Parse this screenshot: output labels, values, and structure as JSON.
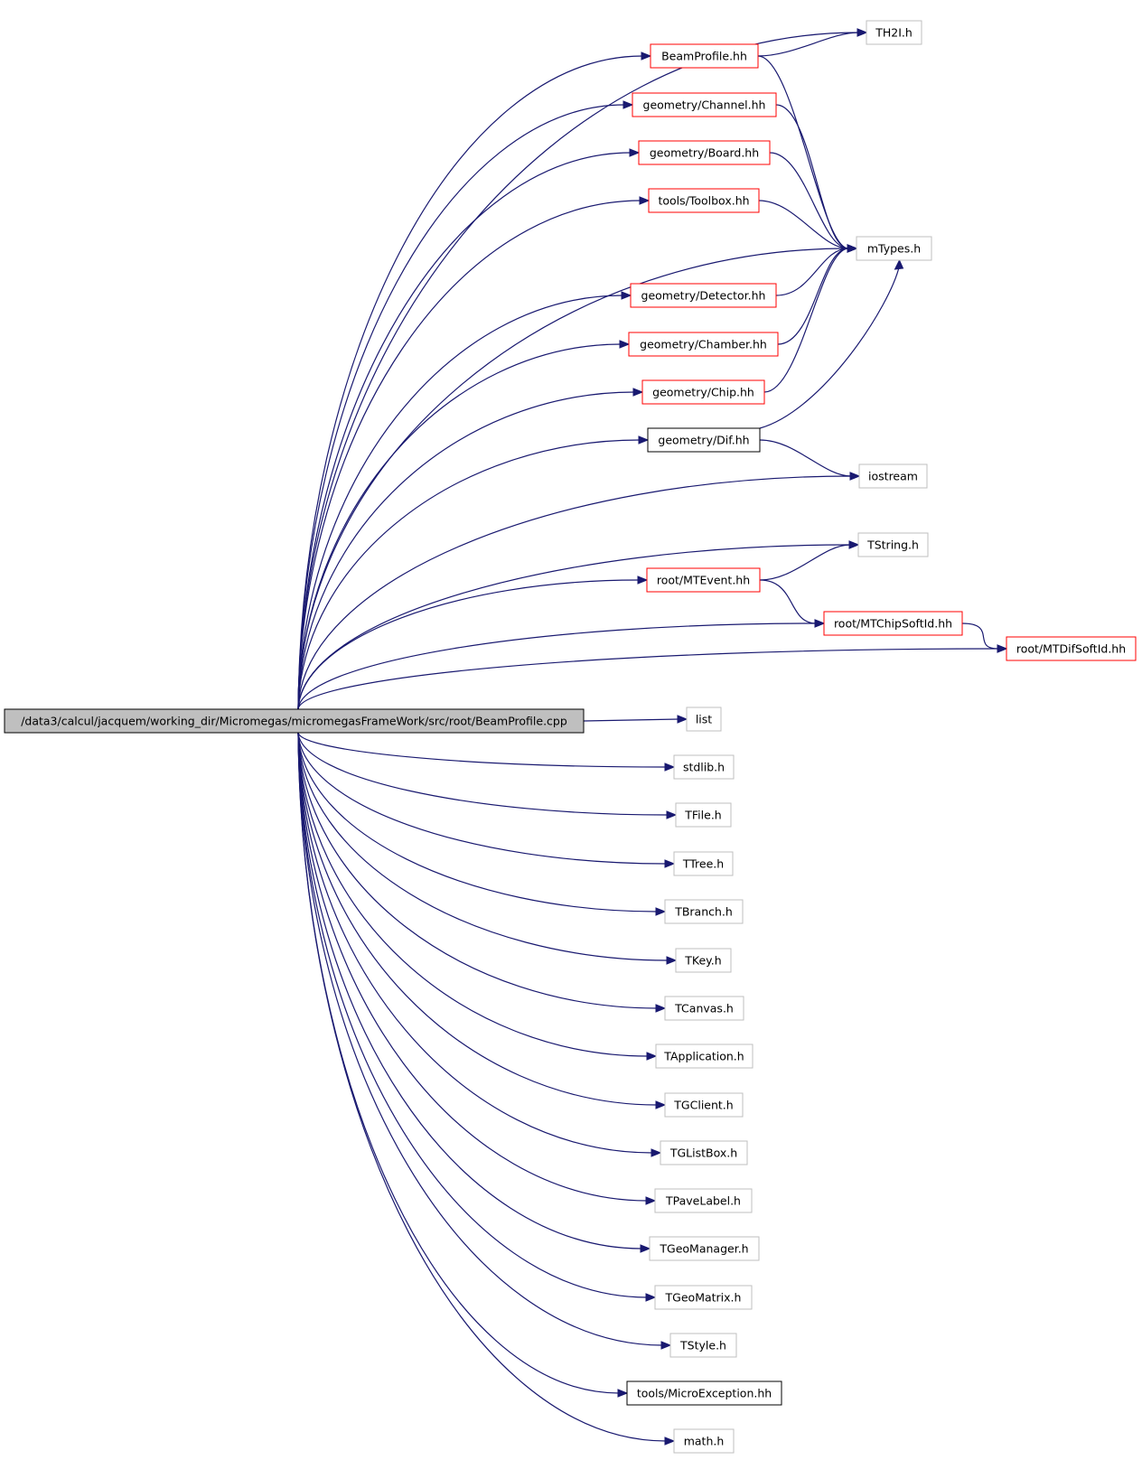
{
  "colors": {
    "edge": "#191970",
    "border_red": "#ff0000",
    "border_black": "#000000",
    "border_gray": "#bfbfbf",
    "root_fill": "#bfbfbf",
    "fill": "#ffffff"
  },
  "nodes": [
    {
      "id": "root",
      "label": "/data3/calcul/jacquem/working_dir/Micromegas/micromegasFrameWork/src/root/BeamProfile.cpp",
      "style": "root"
    },
    {
      "id": "th2i",
      "label": "TH2I.h",
      "style": "gray"
    },
    {
      "id": "beamprofile",
      "label": "BeamProfile.hh",
      "style": "red"
    },
    {
      "id": "channel",
      "label": "geometry/Channel.hh",
      "style": "red"
    },
    {
      "id": "board",
      "label": "geometry/Board.hh",
      "style": "red"
    },
    {
      "id": "toolbox",
      "label": "tools/Toolbox.hh",
      "style": "red"
    },
    {
      "id": "mtypes",
      "label": "mTypes.h",
      "style": "gray"
    },
    {
      "id": "detector",
      "label": "geometry/Detector.hh",
      "style": "red"
    },
    {
      "id": "chamber",
      "label": "geometry/Chamber.hh",
      "style": "red"
    },
    {
      "id": "chip",
      "label": "geometry/Chip.hh",
      "style": "red"
    },
    {
      "id": "dif",
      "label": "geometry/Dif.hh",
      "style": "black"
    },
    {
      "id": "iostream",
      "label": "iostream",
      "style": "gray"
    },
    {
      "id": "tstring",
      "label": "TString.h",
      "style": "gray"
    },
    {
      "id": "mtevent",
      "label": "root/MTEvent.hh",
      "style": "red"
    },
    {
      "id": "mtchipsoftid",
      "label": "root/MTChipSoftId.hh",
      "style": "red"
    },
    {
      "id": "mtdifsoftid",
      "label": "root/MTDifSoftId.hh",
      "style": "red"
    },
    {
      "id": "list",
      "label": "list",
      "style": "gray"
    },
    {
      "id": "stdlib",
      "label": "stdlib.h",
      "style": "gray"
    },
    {
      "id": "tfile",
      "label": "TFile.h",
      "style": "gray"
    },
    {
      "id": "ttree",
      "label": "TTree.h",
      "style": "gray"
    },
    {
      "id": "tbranch",
      "label": "TBranch.h",
      "style": "gray"
    },
    {
      "id": "tkey",
      "label": "TKey.h",
      "style": "gray"
    },
    {
      "id": "tcanvas",
      "label": "TCanvas.h",
      "style": "gray"
    },
    {
      "id": "tapplication",
      "label": "TApplication.h",
      "style": "gray"
    },
    {
      "id": "tgclient",
      "label": "TGClient.h",
      "style": "gray"
    },
    {
      "id": "tglistbox",
      "label": "TGListBox.h",
      "style": "gray"
    },
    {
      "id": "tpavelabel",
      "label": "TPaveLabel.h",
      "style": "gray"
    },
    {
      "id": "tgeomanager",
      "label": "TGeoManager.h",
      "style": "gray"
    },
    {
      "id": "tgeomatrix",
      "label": "TGeoMatrix.h",
      "style": "gray"
    },
    {
      "id": "tstyle",
      "label": "TStyle.h",
      "style": "gray"
    },
    {
      "id": "microexception",
      "label": "tools/MicroException.hh",
      "style": "black"
    },
    {
      "id": "math",
      "label": "math.h",
      "style": "gray"
    }
  ],
  "edges": [
    [
      "root",
      "th2i"
    ],
    [
      "root",
      "beamprofile"
    ],
    [
      "root",
      "channel"
    ],
    [
      "root",
      "board"
    ],
    [
      "root",
      "toolbox"
    ],
    [
      "root",
      "mtypes"
    ],
    [
      "root",
      "detector"
    ],
    [
      "root",
      "chamber"
    ],
    [
      "root",
      "chip"
    ],
    [
      "root",
      "dif"
    ],
    [
      "root",
      "iostream"
    ],
    [
      "root",
      "tstring"
    ],
    [
      "root",
      "mtevent"
    ],
    [
      "root",
      "mtchipsoftid"
    ],
    [
      "root",
      "mtdifsoftid"
    ],
    [
      "root",
      "list"
    ],
    [
      "root",
      "stdlib"
    ],
    [
      "root",
      "tfile"
    ],
    [
      "root",
      "ttree"
    ],
    [
      "root",
      "tbranch"
    ],
    [
      "root",
      "tkey"
    ],
    [
      "root",
      "tcanvas"
    ],
    [
      "root",
      "tapplication"
    ],
    [
      "root",
      "tgclient"
    ],
    [
      "root",
      "tglistbox"
    ],
    [
      "root",
      "tpavelabel"
    ],
    [
      "root",
      "tgeomanager"
    ],
    [
      "root",
      "tgeomatrix"
    ],
    [
      "root",
      "tstyle"
    ],
    [
      "root",
      "microexception"
    ],
    [
      "root",
      "math"
    ],
    [
      "beamprofile",
      "th2i"
    ],
    [
      "beamprofile",
      "mtypes"
    ],
    [
      "channel",
      "mtypes"
    ],
    [
      "board",
      "mtypes"
    ],
    [
      "toolbox",
      "mtypes"
    ],
    [
      "detector",
      "mtypes"
    ],
    [
      "chamber",
      "mtypes"
    ],
    [
      "chip",
      "mtypes"
    ],
    [
      "dif",
      "mtypes"
    ],
    [
      "dif",
      "iostream"
    ],
    [
      "mtevent",
      "tstring"
    ],
    [
      "mtevent",
      "mtchipsoftid"
    ],
    [
      "mtchipsoftid",
      "mtdifsoftid"
    ]
  ]
}
